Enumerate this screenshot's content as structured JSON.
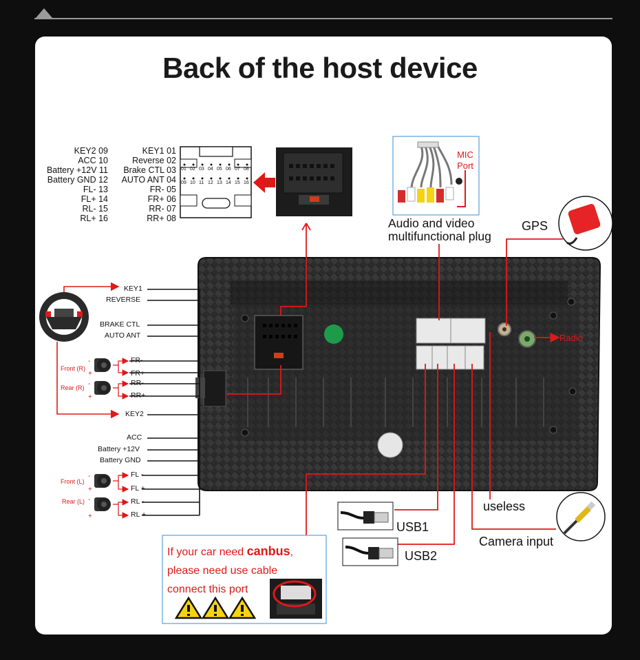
{
  "title": "Back of the host device",
  "pinout_left": [
    "KEY2 09",
    "ACC 10",
    "Battery +12V 11",
    "Battery GND 12",
    "FL- 13",
    "FL+ 14",
    "RL- 15",
    "RL+ 16"
  ],
  "pinout_right": [
    "KEY1 01",
    "Reverse 02",
    "Brake CTL 03",
    "AUTO ANT 04",
    "FR- 05",
    "FR+ 06",
    "RR- 07",
    "RR+ 08"
  ],
  "pin_numbers_top": [
    "01",
    "02",
    "03",
    "04",
    "05",
    "06",
    "07",
    "08"
  ],
  "pin_numbers_bottom": [
    "09",
    "10",
    "11",
    "12",
    "13",
    "14",
    "15",
    "16"
  ],
  "mic_label": "MIC\nPort",
  "av_plug_label": "Audio and video\nmultifunctional plug",
  "gps_label": "GPS",
  "radio_label": "Radio",
  "harness_labels": {
    "key1": "KEY1",
    "reverse": "REVERSE",
    "brake": "BRAKE CTL",
    "auto_ant": "AUTO ANT",
    "fr_minus": "FR-",
    "fr_plus": "FR+",
    "rr_minus": "RR-",
    "rr_plus": "RR+",
    "key2": "KEY2",
    "acc": "ACC",
    "battery": "Battery +12V",
    "battery_gnd": "Battery GND",
    "fl_minus": "FL -",
    "fl_plus": "FL +",
    "rl_minus": "RL -",
    "rl_plus": "RL +"
  },
  "speakers": {
    "front_r": "Front (R)",
    "rear_r": "Rear (R)",
    "front_l": "Front (L)",
    "rear_l": "Rear (L)"
  },
  "usb1_label": "USB1",
  "usb2_label": "USB2",
  "useless_label": "useless",
  "camera_label": "Camera input",
  "canbus": {
    "line1_prefix": "If your car need ",
    "line1_bold": "canbus",
    "line1_suffix": ",",
    "line2": "please need use cable",
    "line3": "connect this port"
  },
  "colors": {
    "accent_red": "#e01818",
    "panel_dark": "#2c2c2c",
    "card_bg": "#ffffff",
    "page_bg": "#0e0e0e"
  }
}
